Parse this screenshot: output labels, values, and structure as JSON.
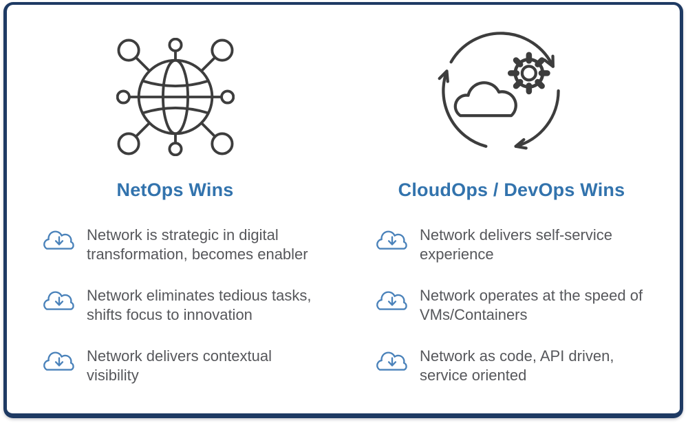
{
  "colors": {
    "border_navy": "#1e3a63",
    "heading_blue": "#3273ad",
    "body_text": "#56575b",
    "icon_gray": "#3d3d3d",
    "bullet_icon_blue": "#4a82ba",
    "background": "#ffffff"
  },
  "columns": [
    {
      "icon": "globe-network-icon",
      "heading": "NetOps Wins",
      "bullets": [
        {
          "icon": "cloud-download-icon",
          "line1": "Network is strategic in digital",
          "line2": "transformation, becomes enabler"
        },
        {
          "icon": "cloud-download-icon",
          "line1": "Network eliminates tedious tasks,",
          "line2": "shifts focus to innovation"
        },
        {
          "icon": "cloud-download-icon",
          "line1": "Network delivers contextual",
          "line2": "visibility"
        }
      ]
    },
    {
      "icon": "cloud-cycle-icon",
      "heading": "CloudOps / DevOps Wins",
      "bullets": [
        {
          "icon": "cloud-download-icon",
          "line1": "Network delivers self-service",
          "line2": "experience"
        },
        {
          "icon": "cloud-download-icon",
          "line1": "Network operates at the speed of",
          "line2": "VMs/Containers"
        },
        {
          "icon": "cloud-download-icon",
          "line1": "Network as code, API driven,",
          "line2": "service oriented"
        }
      ]
    }
  ]
}
